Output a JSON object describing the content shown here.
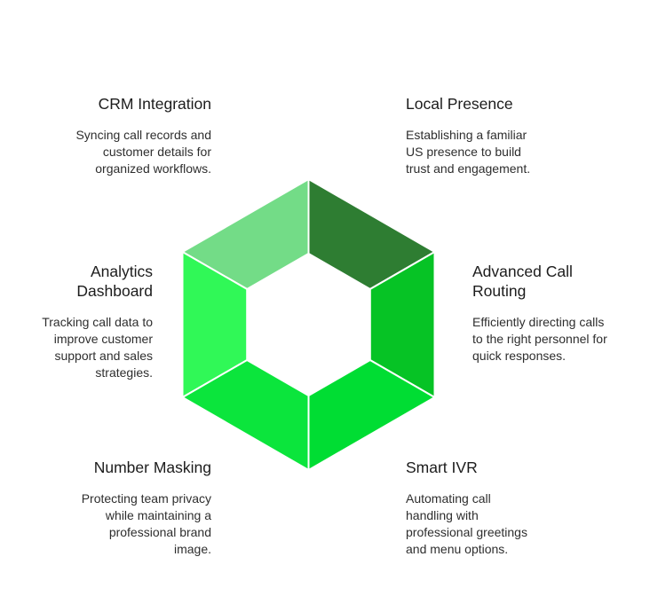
{
  "canvas": {
    "background": "#ffffff"
  },
  "diagram": {
    "type": "hexagon-ring-infographic",
    "theme": "green",
    "segment_divider_color": "#ffffff",
    "features": [
      {
        "id": "crm-integration",
        "segment_position": "top-left",
        "color": "#73dc87",
        "title": "CRM Integration",
        "description": "Syncing call records and\ncustomer details for\norganized workflows."
      },
      {
        "id": "local-presence",
        "segment_position": "top-right",
        "color": "#2e7d32",
        "title": "Local Presence",
        "description": "Establishing a familiar\nUS presence to build\ntrust and engagement."
      },
      {
        "id": "analytics-dashboard",
        "segment_position": "left",
        "color": "#30f857",
        "title": "Analytics\nDashboard",
        "description": "Tracking call data to\nimprove customer\nsupport and sales\nstrategies."
      },
      {
        "id": "advanced-call-routing",
        "segment_position": "right",
        "color": "#06c325",
        "title": "Advanced Call\nRouting",
        "description": "Efficiently directing calls\nto the right personnel for\nquick responses."
      },
      {
        "id": "number-masking",
        "segment_position": "bottom-left",
        "color": "#0be53c",
        "title": "Number Masking",
        "description": "Protecting team privacy\nwhile maintaining a\nprofessional brand\nimage."
      },
      {
        "id": "smart-ivr",
        "segment_position": "bottom-right",
        "color": "#00dd33",
        "title": "Smart IVR",
        "description": "Automating call\nhandling with\nprofessional greetings\nand menu options."
      }
    ]
  }
}
